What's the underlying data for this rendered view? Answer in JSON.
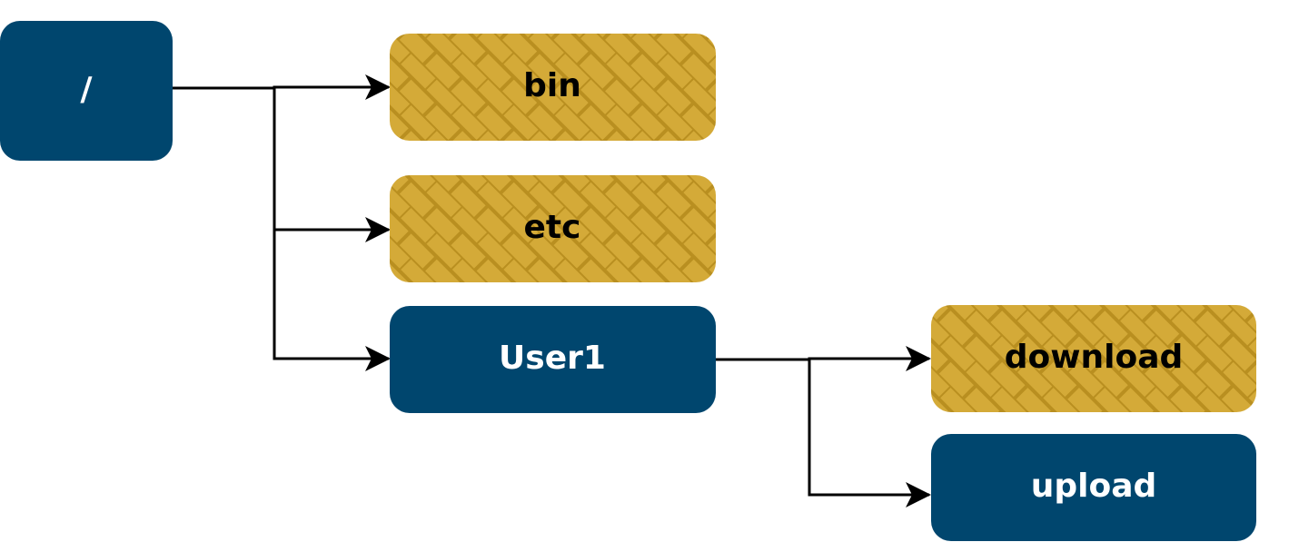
{
  "diagram": {
    "nodes": {
      "root": {
        "label": "/",
        "style": "dir"
      },
      "bin": {
        "label": "bin",
        "style": "pattern"
      },
      "etc": {
        "label": "etc",
        "style": "pattern"
      },
      "user1": {
        "label": "User1",
        "style": "dir"
      },
      "download": {
        "label": "download",
        "style": "pattern"
      },
      "upload": {
        "label": "upload",
        "style": "dir"
      }
    },
    "edges": [
      {
        "from": "root",
        "to": "bin"
      },
      {
        "from": "root",
        "to": "etc"
      },
      {
        "from": "root",
        "to": "user1"
      },
      {
        "from": "user1",
        "to": "download"
      },
      {
        "from": "user1",
        "to": "upload"
      }
    ]
  },
  "colors": {
    "dir_fill": "#00466E",
    "dir_text": "#FFFFFF",
    "pattern_fill": "#D4AA38",
    "pattern_line": "#B98F20",
    "pattern_text": "#000000",
    "edge": "#000000"
  }
}
